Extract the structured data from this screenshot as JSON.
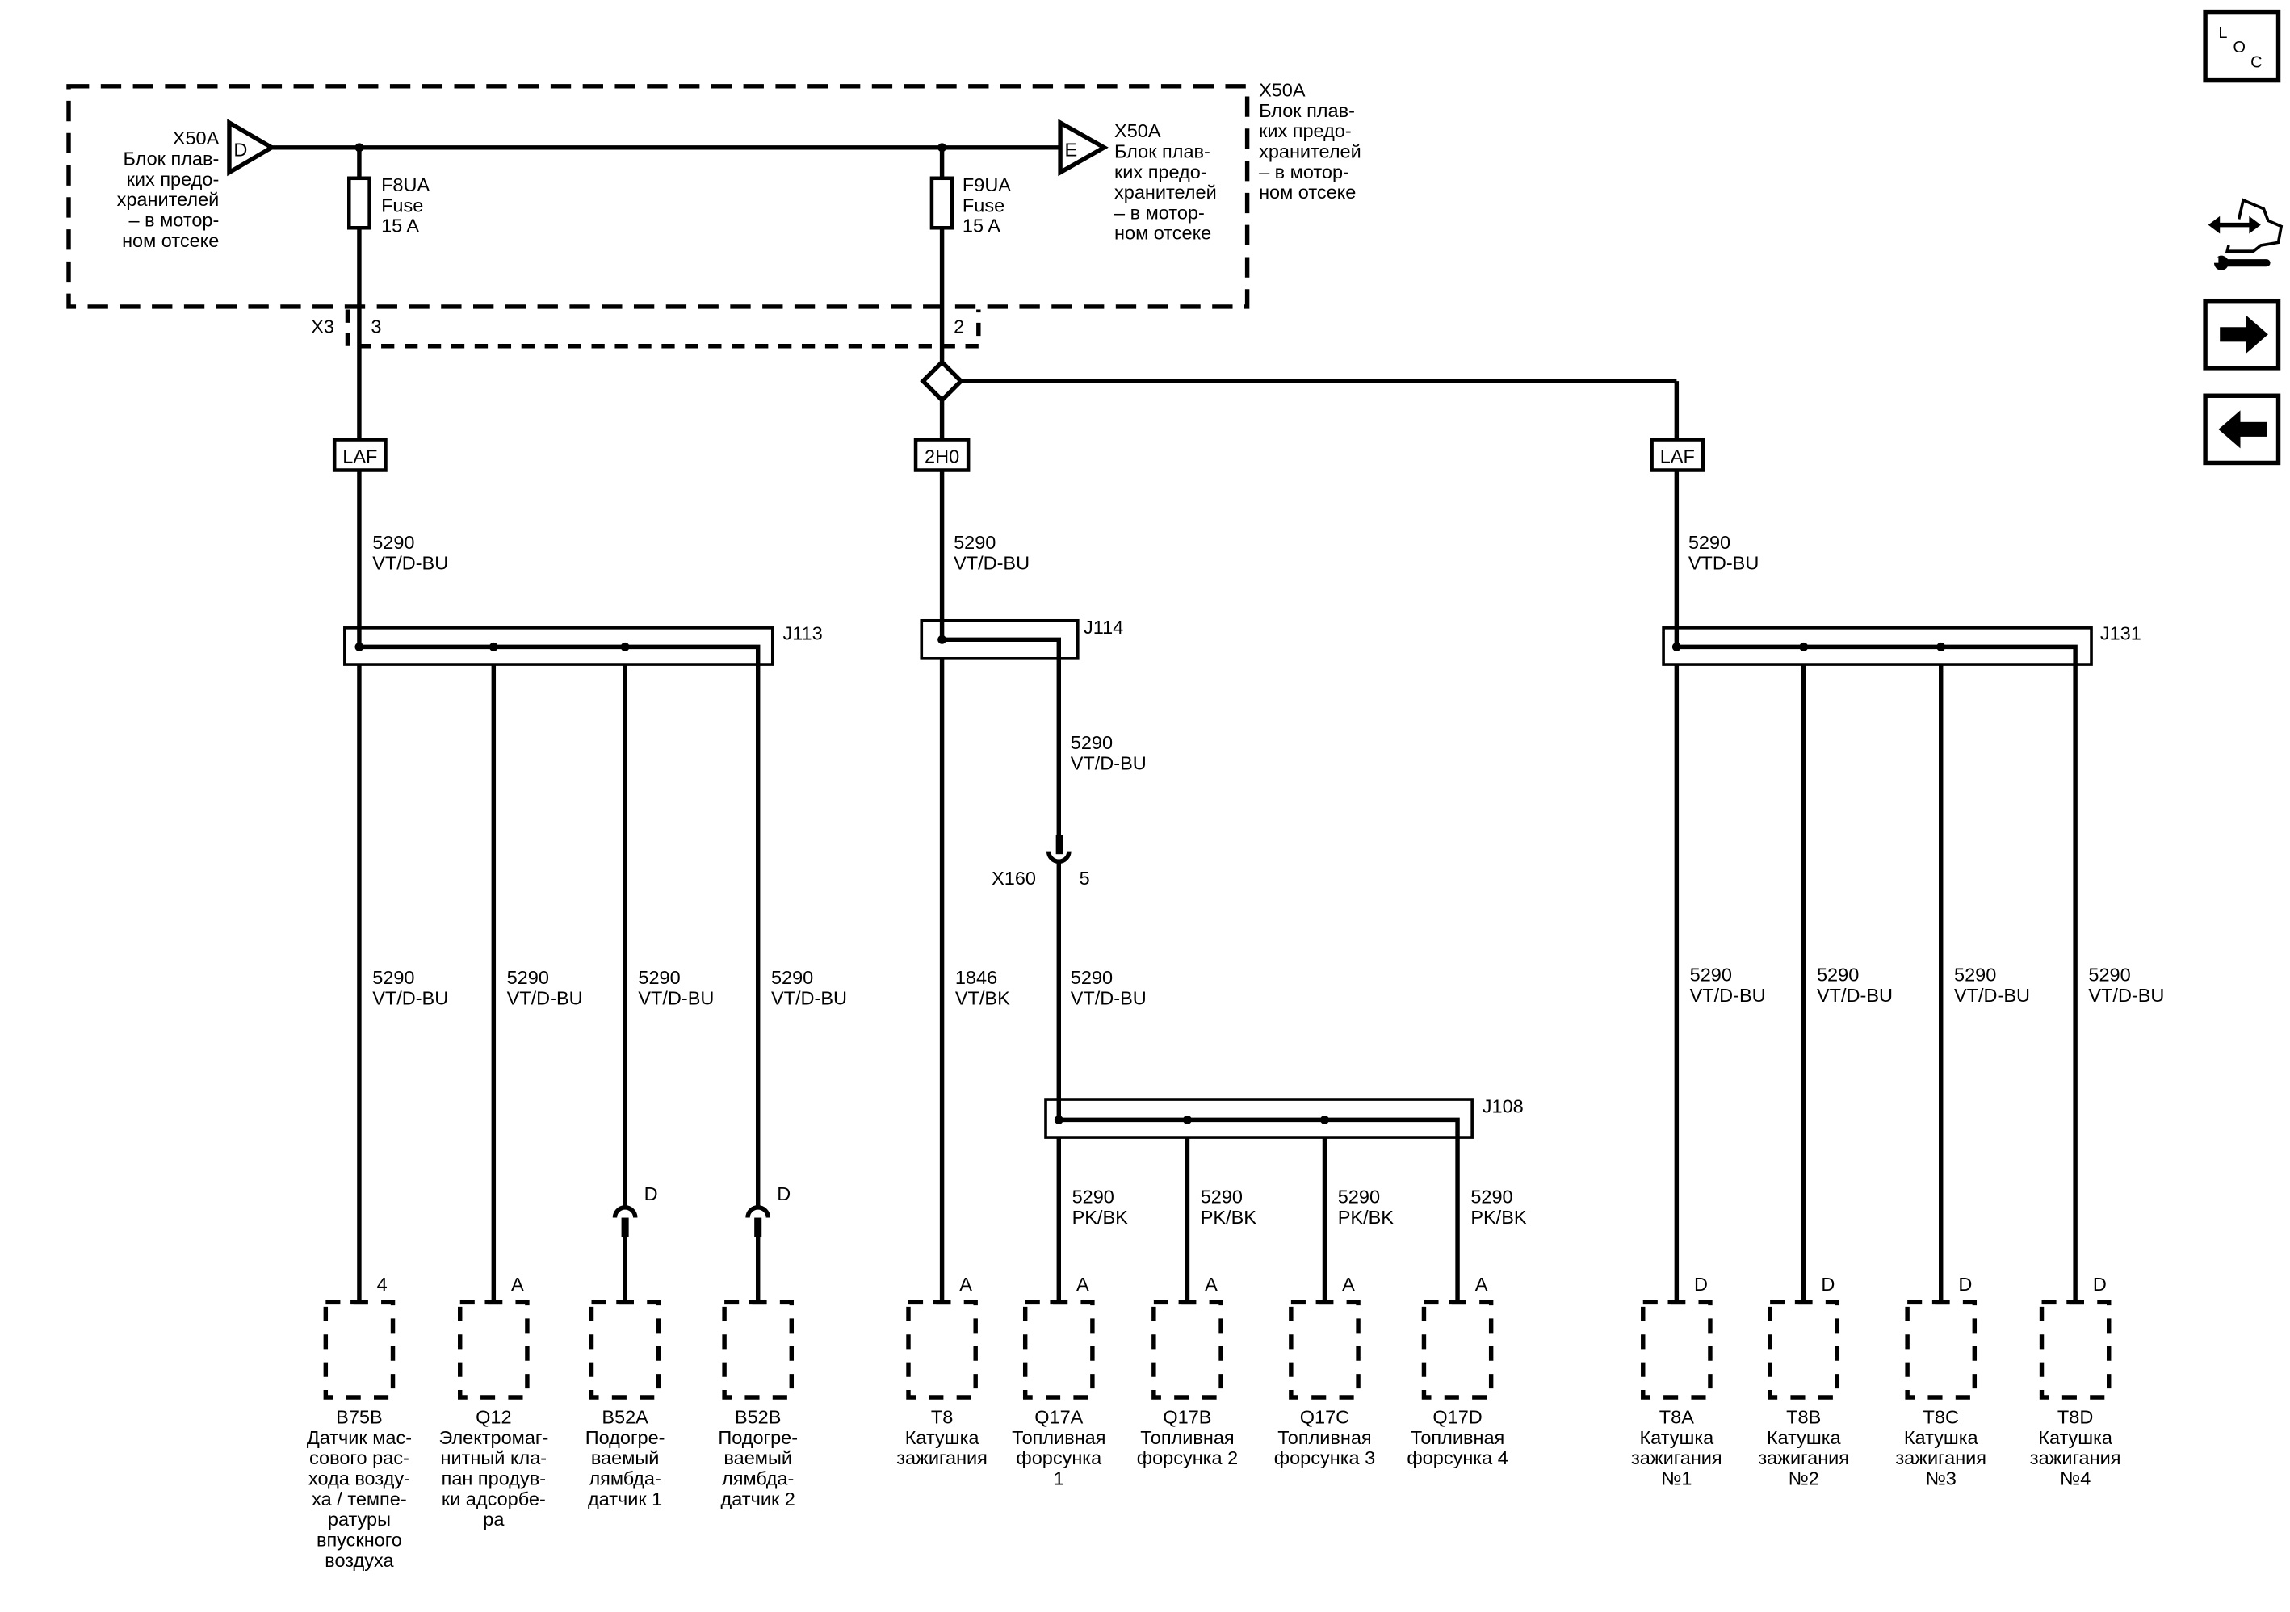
{
  "page": {
    "domain": "wiring schematic",
    "language": "ru"
  },
  "fuse_block": {
    "id": "X50A",
    "name_lines": [
      "Блок плав-",
      "ких предо-",
      "хранителей",
      "– в мотор-",
      "ном отсеке"
    ],
    "left_connector": {
      "pin": "D",
      "id": "X50A",
      "lines": [
        "Блок плав-",
        "ких предо-",
        "хранителей",
        "– в мотор-",
        "ном отсеке"
      ]
    },
    "right_connector": {
      "pin": "E",
      "id": "X50A",
      "lines": [
        "Блок плав-",
        "ких предо-",
        "хранителей",
        "– в мотор-",
        "ном отсеке"
      ]
    },
    "outer_label": {
      "id": "X50A",
      "lines": [
        "Блок плав-",
        "ких предо-",
        "хранителей",
        "– в мотор-",
        "ном отсеке"
      ]
    },
    "fuses": [
      {
        "id": "F8UA",
        "type": "Fuse",
        "rating": "15 A"
      },
      {
        "id": "F9UA",
        "type": "Fuse",
        "rating": "15 A"
      }
    ]
  },
  "connector_x3": {
    "id": "X3",
    "pins": [
      "3",
      "2"
    ]
  },
  "options": [
    "LAF",
    "2H0",
    "LAF"
  ],
  "trunk_wires": [
    {
      "circuit": "5290",
      "color": "VT/D-BU"
    },
    {
      "circuit": "5290",
      "color": "VT/D-BU"
    },
    {
      "circuit": "5290",
      "color": "VTD-BU"
    }
  ],
  "splices": [
    "J113",
    "J114",
    "J131",
    "J108"
  ],
  "j114_out_wire": {
    "circuit": "5290",
    "color": "VT/D-BU"
  },
  "inline_connector": {
    "id": "X160",
    "pin": "5"
  },
  "x160_out_wire": {
    "circuit": "5290",
    "color": "VT/D-BU"
  },
  "branch_wires": [
    {
      "circuit": "5290",
      "color": "VT/D-BU"
    },
    {
      "circuit": "5290",
      "color": "VT/D-BU"
    },
    {
      "circuit": "5290",
      "color": "VT/D-BU"
    },
    {
      "circuit": "5290",
      "color": "VT/D-BU"
    },
    {
      "circuit": "1846",
      "color": "VT/BK"
    },
    {
      "circuit": "5290",
      "color": "PK/BK"
    },
    {
      "circuit": "5290",
      "color": "PK/BK"
    },
    {
      "circuit": "5290",
      "color": "PK/BK"
    },
    {
      "circuit": "5290",
      "color": "PK/BK"
    },
    {
      "circuit": "5290",
      "color": "VT/D-BU"
    },
    {
      "circuit": "5290",
      "color": "VT/D-BU"
    },
    {
      "circuit": "5290",
      "color": "VT/D-BU"
    },
    {
      "circuit": "5290",
      "color": "VT/D-BU"
    }
  ],
  "components": [
    {
      "pin": "4",
      "id": "B75B",
      "desc": [
        "Датчик мас-",
        "сового рас-",
        "хода возду-",
        "ха / темпе-",
        "ратуры",
        "впускного",
        "воздуха"
      ],
      "inline_pin": ""
    },
    {
      "pin": "A",
      "id": "Q12",
      "desc": [
        "Электромаг-",
        "нитный кла-",
        "пан продув-",
        "ки адсорбе-",
        "ра"
      ],
      "inline_pin": ""
    },
    {
      "pin": "",
      "id": "B52A",
      "desc": [
        "Подогре-",
        "ваемый",
        "лямбда-",
        "датчик 1"
      ],
      "inline_pin": "D"
    },
    {
      "pin": "",
      "id": "B52B",
      "desc": [
        "Подогре-",
        "ваемый",
        "лямбда-",
        "датчик 2"
      ],
      "inline_pin": "D"
    },
    {
      "pin": "A",
      "id": "T8",
      "desc": [
        "Катушка",
        "зажигания"
      ],
      "inline_pin": ""
    },
    {
      "pin": "A",
      "id": "Q17A",
      "desc": [
        "Топливная",
        "форсунка",
        "1"
      ],
      "inline_pin": ""
    },
    {
      "pin": "A",
      "id": "Q17B",
      "desc": [
        "Топливная",
        "форсунка 2"
      ],
      "inline_pin": ""
    },
    {
      "pin": "A",
      "id": "Q17C",
      "desc": [
        "Топливная",
        "форсунка 3"
      ],
      "inline_pin": ""
    },
    {
      "pin": "A",
      "id": "Q17D",
      "desc": [
        "Топливная",
        "форсунка 4"
      ],
      "inline_pin": ""
    },
    {
      "pin": "D",
      "id": "T8A",
      "desc": [
        "Катушка",
        "зажигания",
        "№1"
      ],
      "inline_pin": ""
    },
    {
      "pin": "D",
      "id": "T8B",
      "desc": [
        "Катушка",
        "зажигания",
        "№2"
      ],
      "inline_pin": ""
    },
    {
      "pin": "D",
      "id": "T8C",
      "desc": [
        "Катушка",
        "зажигания",
        "№3"
      ],
      "inline_pin": ""
    },
    {
      "pin": "D",
      "id": "T8D",
      "desc": [
        "Катушка",
        "зажигания",
        "№4"
      ],
      "inline_pin": ""
    }
  ],
  "sidebar": {
    "loc_button": {
      "letters": [
        "L",
        "O",
        "C"
      ]
    },
    "icons": [
      "connector-view-icon",
      "next-page-icon",
      "previous-page-icon"
    ]
  }
}
